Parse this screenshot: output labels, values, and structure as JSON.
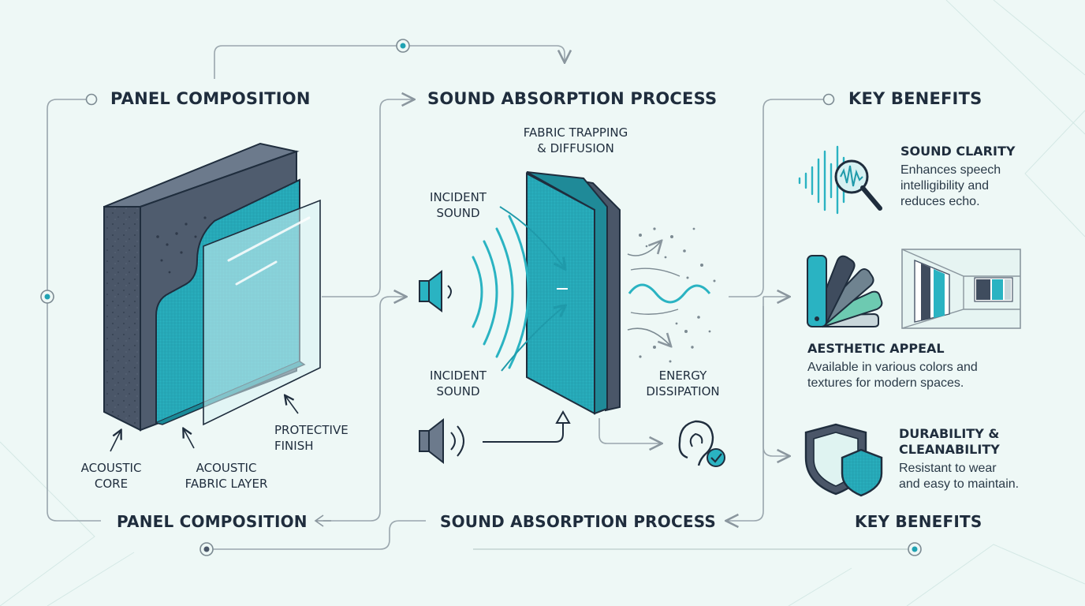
{
  "headings": {
    "panel_top": "PANEL COMPOSITION",
    "process_top": "SOUND ABSORPTION PROCESS",
    "benefits_top": "KEY BENEFITS",
    "panel_bottom": "PANEL COMPOSITION",
    "process_bottom": "SOUND ABSORPTION PROCESS",
    "benefits_bottom": "KEY BENEFITS"
  },
  "panel_labels": {
    "core": [
      "ACOUSTIC",
      "CORE"
    ],
    "fabric": [
      "ACOUSTIC",
      "FABRIC LAYER"
    ],
    "finish": [
      "PROTECTIVE",
      "FINISH"
    ]
  },
  "process_labels": {
    "fabric_trapping": [
      "FABRIC TRAPPING",
      "& DIFFUSION"
    ],
    "incident_top": [
      "INCIDENT",
      "SOUND"
    ],
    "incident_bottom": [
      "INCIDENT",
      "SOUND"
    ],
    "energy": [
      "ENERGY",
      "DISSIPATION"
    ]
  },
  "benefits": [
    {
      "title": [
        "SOUND CLARITY"
      ],
      "desc": [
        "Enhances speech",
        "intelligibility and",
        "reduces echo."
      ]
    },
    {
      "title": [
        "AESTHETIC APPEAL"
      ],
      "desc": [
        "Available in various colors and",
        "textures for modern spaces."
      ]
    },
    {
      "title": [
        "DURABILITY &",
        "CLEANABILITY"
      ],
      "desc": [
        "Resistant to wear",
        "and easy to maintain."
      ]
    }
  ],
  "icons": [
    "speaker-icon",
    "ear-icon",
    "check-icon",
    "magnifier-icon",
    "waveform-icon",
    "color-swatch-icon",
    "interior-room-icon",
    "shield-icon"
  ],
  "colors": {
    "teal": "#2ab3c2",
    "teal_dark": "#1a8a98",
    "slate": "#4a5668",
    "slate_dark": "#2f3a4a",
    "line": "#9aa6ad",
    "background": "#eef8f6",
    "text": "#1f2d3d"
  }
}
